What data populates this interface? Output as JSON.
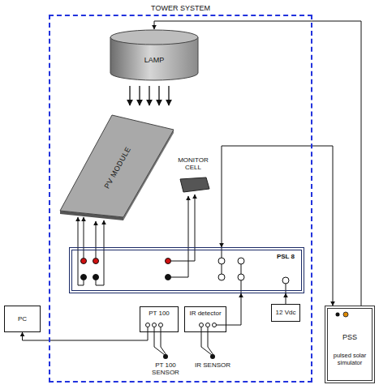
{
  "diagram": {
    "nodes": [
      {
        "text": [
          "TOWER SYSTEM"
        ]
      },
      {
        "text": [
          "LAMP"
        ],
        "in": 0
      },
      {
        "text": [
          "PV MODULE"
        ],
        "in": 0
      },
      {
        "text": [
          "MONITOR CELL"
        ],
        "in": 0
      },
      {
        "text": [
          "PSL 8"
        ],
        "in": 0
      },
      {
        "text": [
          "PC"
        ]
      },
      {
        "text": [
          "PT 100"
        ],
        "in": 0
      },
      {
        "text": [
          "IR detector"
        ],
        "in": 0
      },
      {
        "text": [
          "12 Vdc"
        ],
        "in": 0
      },
      {
        "text": [
          "PSS",
          "pulsed solar simulator"
        ]
      }
    ],
    "edges": [
      {
        "from": 9,
        "to": 1,
        "arrow": "to"
      },
      {
        "from": 4,
        "to": 2,
        "arrow": "to"
      },
      {
        "from": 4,
        "to": 3,
        "arrow": "to"
      },
      {
        "from": 4,
        "to": 9,
        "arrow": "both"
      },
      {
        "from": 7,
        "to": 4,
        "arrow": "to"
      },
      {
        "from": 8,
        "to": 4,
        "arrow": "to"
      },
      {
        "from": 6,
        "to": 5,
        "arrow": "to"
      }
    ],
    "labels": [
      "PT 100 SENSOR",
      "IR SENSOR"
    ]
  }
}
